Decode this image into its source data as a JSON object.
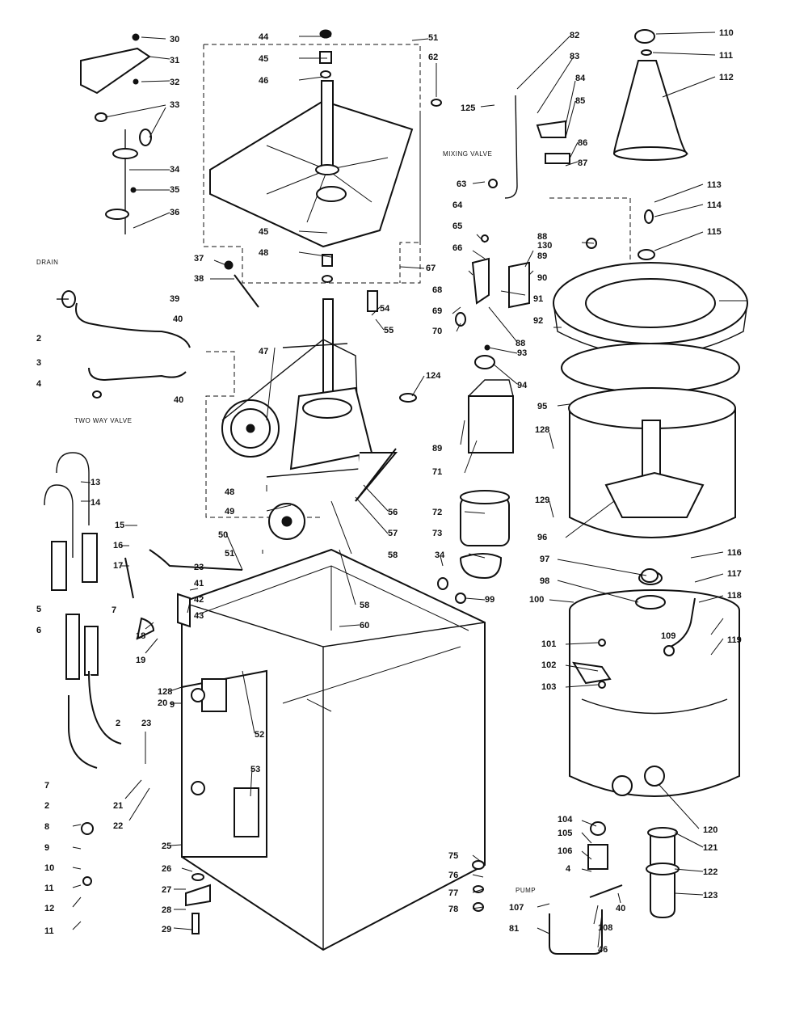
{
  "notes": {
    "drain": "DRAIN",
    "two_way_valve": "TWO WAY VALVE",
    "mixing_valve": "MIXING VALVE",
    "pump": "PUMP"
  },
  "labels": [
    "30",
    "31",
    "32",
    "33",
    "34",
    "35",
    "36",
    "37",
    "38",
    "39",
    "40",
    "2",
    "3",
    "4",
    "40",
    "13",
    "14",
    "15",
    "16",
    "17",
    "5",
    "6",
    "7",
    "18",
    "19",
    "20",
    "128",
    "9",
    "2",
    "23",
    "7",
    "2",
    "21",
    "22",
    "8",
    "9",
    "10",
    "11",
    "12",
    "11",
    "25",
    "26",
    "27",
    "28",
    "29",
    "44",
    "45",
    "46",
    "51",
    "62",
    "45",
    "48",
    "47",
    "48",
    "49",
    "51",
    "50",
    "23",
    "41",
    "42",
    "43",
    "58",
    "60",
    "34",
    "99",
    "52",
    "53",
    "75",
    "76",
    "77",
    "78",
    "67",
    "54",
    "55",
    "124",
    "56",
    "57",
    "58",
    "64",
    "65",
    "66",
    "68",
    "69",
    "70",
    "88",
    "89",
    "71",
    "72",
    "73",
    "82",
    "83",
    "84",
    "85",
    "86",
    "87",
    "125",
    "63",
    "88",
    "130",
    "89",
    "90",
    "91",
    "92",
    "93",
    "94",
    "95",
    "128",
    "96",
    "97",
    "98",
    "129",
    "110",
    "111",
    "112",
    "113",
    "114",
    "115",
    "116",
    "117",
    "118",
    "100",
    "101",
    "102",
    "103",
    "109",
    "119",
    "104",
    "105",
    "106",
    "4",
    "107",
    "81",
    "108",
    "46",
    "40",
    "120",
    "121",
    "122",
    "123"
  ],
  "colors": {
    "ink": "#111111",
    "paper": "#ffffff"
  }
}
